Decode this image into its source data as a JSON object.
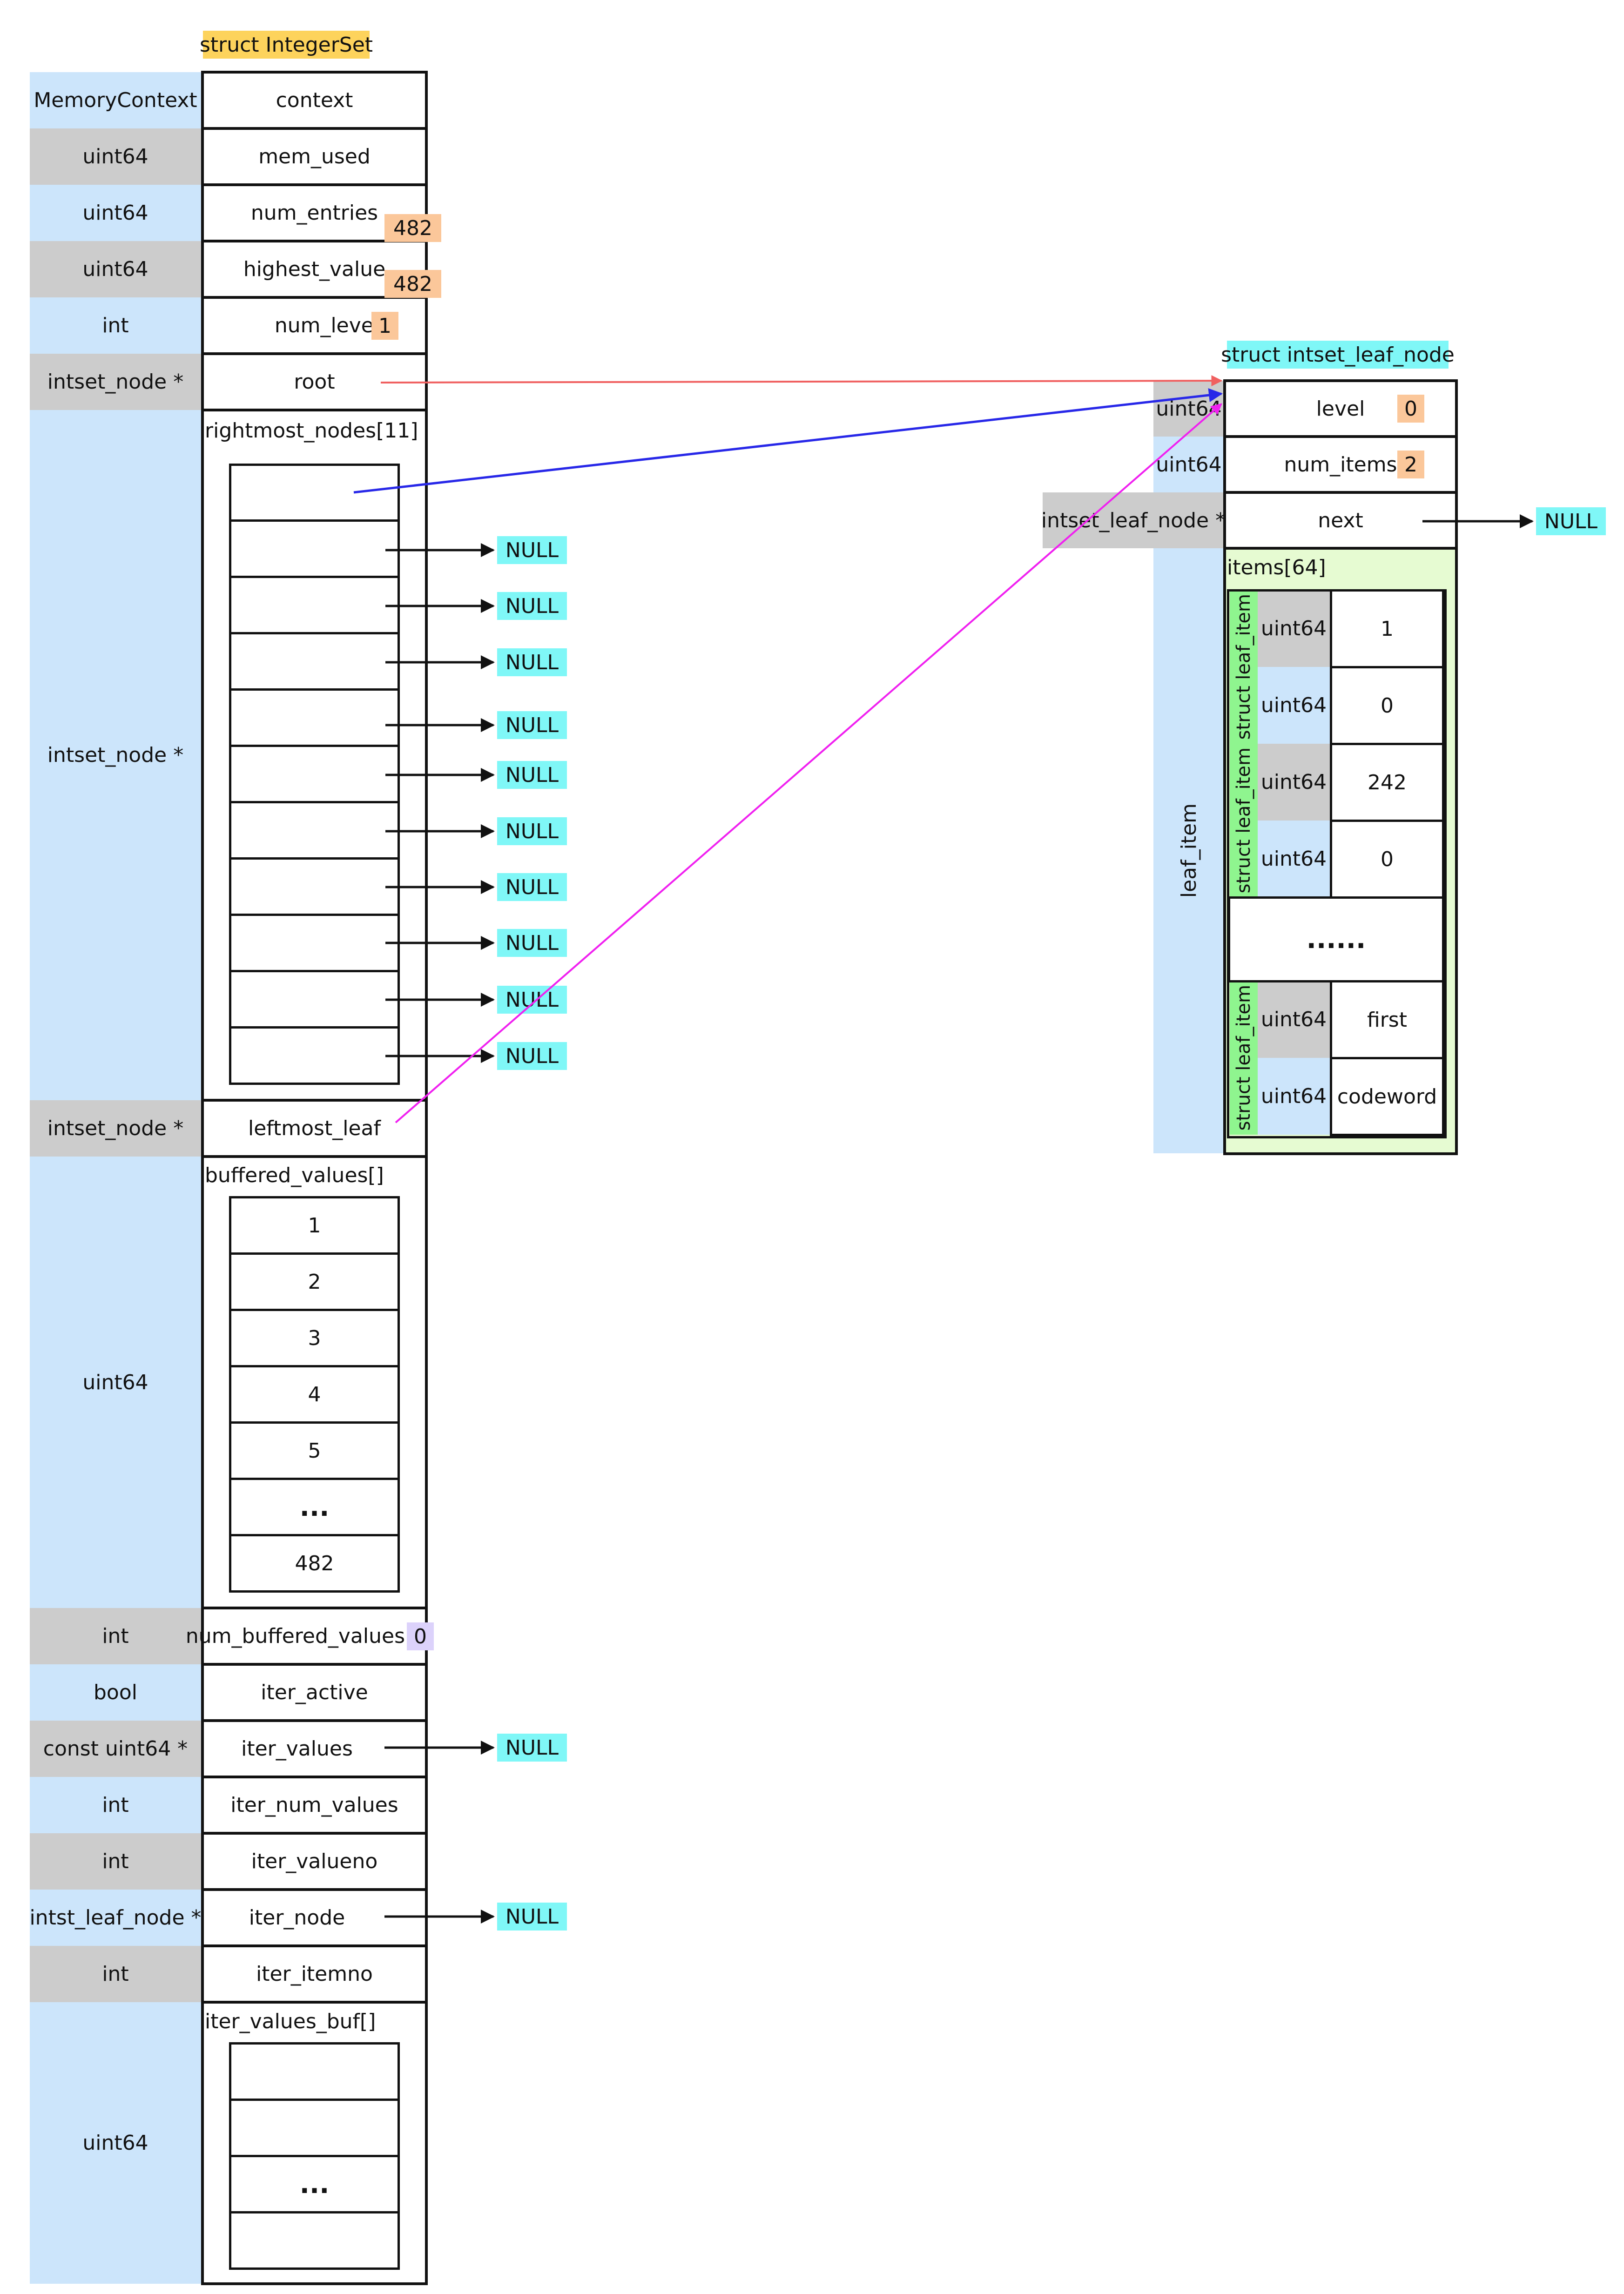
{
  "integer_set": {
    "title": "struct IntegerSet",
    "rows": [
      {
        "type": "MemoryContext",
        "field": "context"
      },
      {
        "type": "uint64",
        "field": "mem_used"
      },
      {
        "type": "uint64",
        "field": "num_entries",
        "value": "482"
      },
      {
        "type": "uint64",
        "field": "highest_value",
        "value": "482"
      },
      {
        "type": "int",
        "field": "num_levels",
        "value": "1"
      },
      {
        "type": "intset_node *",
        "field": "root"
      },
      {
        "type": "intset_node *",
        "field": "rightmost_nodes[11]"
      },
      {
        "type": "intset_node *",
        "field": "leftmost_leaf"
      },
      {
        "type": "uint64",
        "field": "buffered_values[]"
      },
      {
        "type": "int",
        "field": "num_buffered_values",
        "value": "0"
      },
      {
        "type": "bool",
        "field": "iter_active"
      },
      {
        "type": "const uint64 *",
        "field": "iter_values"
      },
      {
        "type": "int",
        "field": "iter_num_values"
      },
      {
        "type": "int",
        "field": "iter_valueno"
      },
      {
        "type": "intst_leaf_node *",
        "field": "iter_node"
      },
      {
        "type": "int",
        "field": "iter_itemno"
      },
      {
        "type": "uint64",
        "field": "iter_values_buf[]"
      }
    ],
    "buffered_values": [
      "1",
      "2",
      "3",
      "4",
      "5",
      "...",
      "482"
    ],
    "iter_values_buf": [
      "",
      "",
      "...",
      ""
    ],
    "null_label": "NULL"
  },
  "leaf_node": {
    "title": "struct intset_leaf_node",
    "rows": [
      {
        "type": "uint64",
        "field": "level",
        "value": "0"
      },
      {
        "type": "uint64",
        "field": "num_items",
        "value": "2"
      },
      {
        "type": "intset_leaf_node *",
        "field": "next"
      }
    ],
    "items_type": "leaf_item",
    "items_label": "items[64]",
    "item_struct_label": "struct leaf_item",
    "items": [
      {
        "type": "uint64",
        "value": "1"
      },
      {
        "type": "uint64",
        "value": "0"
      },
      {
        "type": "uint64",
        "value": "242"
      },
      {
        "type": "uint64",
        "value": "0"
      },
      {
        "type": "uint64",
        "value": "first"
      },
      {
        "type": "uint64",
        "value": "codeword"
      }
    ],
    "ellipsis": "......",
    "null_label": "NULL"
  },
  "colors": {
    "root_arrow": "#f06060",
    "rightmost_arrow": "#2828e8",
    "leftmost_arrow": "#f020f0",
    "null_tag": "#7ff7f7"
  }
}
